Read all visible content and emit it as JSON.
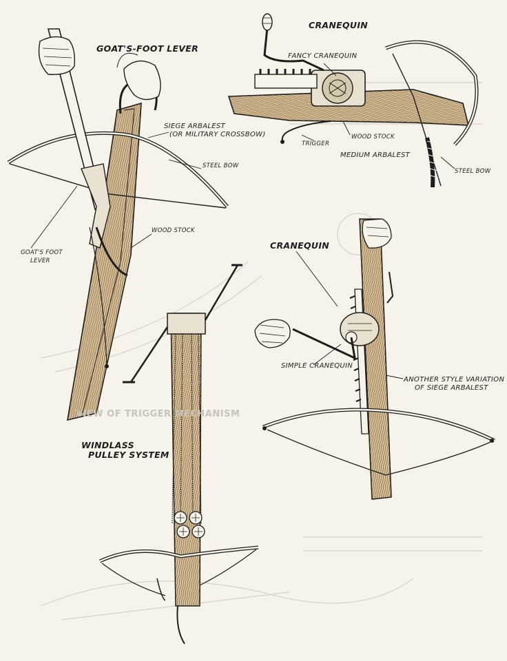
{
  "labels": {
    "goats_foot_lever_title": "GOAT'S-FOOT LEVER",
    "cranequin_title": "CRANEQUIN",
    "fancy_cranequin": "FANCY CRANEQUIN",
    "siege_arbalest_line1": "SIEGE ARBALEST",
    "siege_arbalest_line2": "(OR MILITARY CROSSBOW)",
    "steel_bow_left": "STEEL BOW",
    "wood_stock_left": "WOOD STOCK",
    "goats_foot_lever_line1": "GOAT'S FOOT",
    "goats_foot_lever_line2": "LEVER",
    "trigger": "TRIGGER",
    "wood_stock_right": "WOOD STOCK",
    "medium_arbalest": "MEDIUM ARBALEST",
    "steel_bow_right": "STEEL BOW",
    "cranequin_middle": "CRANEQUIN",
    "simple_cranequin": "SIMPLE CRANEQUIN",
    "another_style_line1": "ANOTHER STYLE VARIATION",
    "another_style_line2": "OF SIEGE ARBALEST",
    "windlass_line1": "WINDLASS",
    "windlass_line2": "PULLEY SYSTEM"
  },
  "faint_backpage": {
    "view_of_trigger": "VIEW OF TRIGGER MECHANISM"
  },
  "colors": {
    "paper": "#f6f3ea",
    "ink": "#1d1d1d",
    "wood": "#c8b08a",
    "ghost": "#d3cdc2"
  }
}
